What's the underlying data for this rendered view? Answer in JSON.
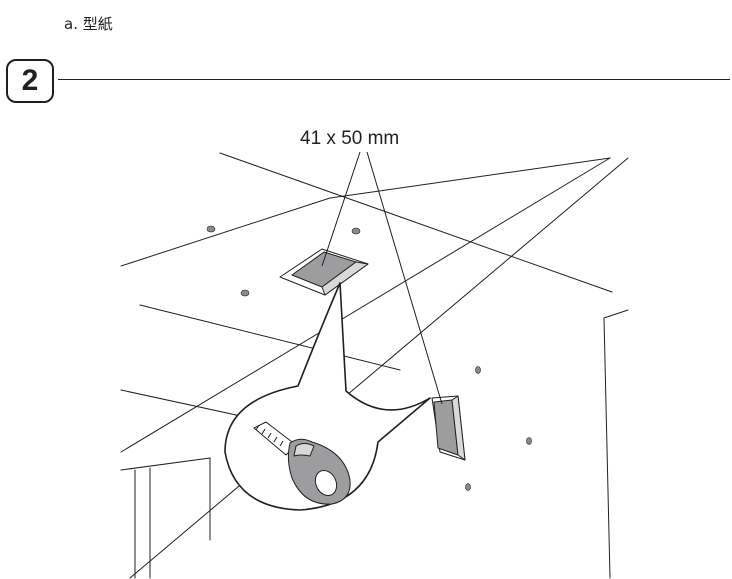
{
  "header": {
    "caption": "a. 型紙"
  },
  "step": {
    "number": "2"
  },
  "illustration": {
    "dimension_label": "41 x 50 mm"
  },
  "colors": {
    "ink": "#231f20",
    "cutout_fill": "#9d9d9f",
    "cutout_shadow": "#d9d9d9"
  }
}
